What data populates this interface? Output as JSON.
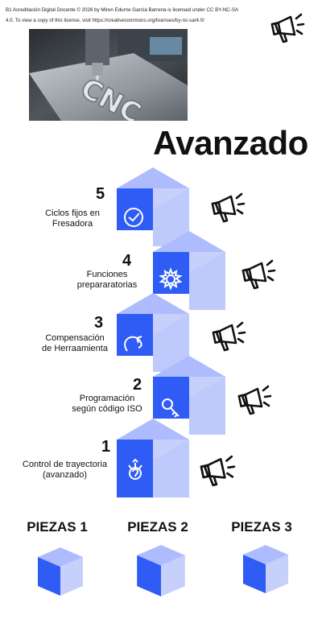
{
  "license": {
    "line1": "B1 Acreditación Digital Docente © 2026 by Miren Edurne García Barrena is licensed under CC BY-NC-SA",
    "line2": "4.0. To view a copy of this license, visit https://creativecommons.org/licenses/by-nc-sa/4.0/"
  },
  "photo": {
    "engraved_text": "CNC"
  },
  "title": "Avanzado",
  "steps": [
    {
      "number": "5",
      "line1": "Ciclos fijos en",
      "line2": "Fresadora",
      "icon": "check-badge-icon"
    },
    {
      "number": "4",
      "line1": "Funciones",
      "line2": "prepararatorias",
      "icon": "gear-burst-icon"
    },
    {
      "number": "3",
      "line1": "Compensación",
      "line2": "de  Herraamienta",
      "icon": "curved-arrow-icon"
    },
    {
      "number": "2",
      "line1": "Programación",
      "line2": "según  código ISO",
      "icon": "key-icon"
    },
    {
      "number": "1",
      "line1": "Control de trayectoria",
      "line2": "(avanzado)",
      "icon": "question-arrows-icon"
    }
  ],
  "pieces": [
    {
      "label": "PIEZAS 1"
    },
    {
      "label": "PIEZAS 2"
    },
    {
      "label": "PIEZAS 3"
    }
  ],
  "colors": {
    "front": "#2f5cf5",
    "top": "#aebcff",
    "side": "#c7d0fb",
    "side_top": "#b7c4fd"
  }
}
